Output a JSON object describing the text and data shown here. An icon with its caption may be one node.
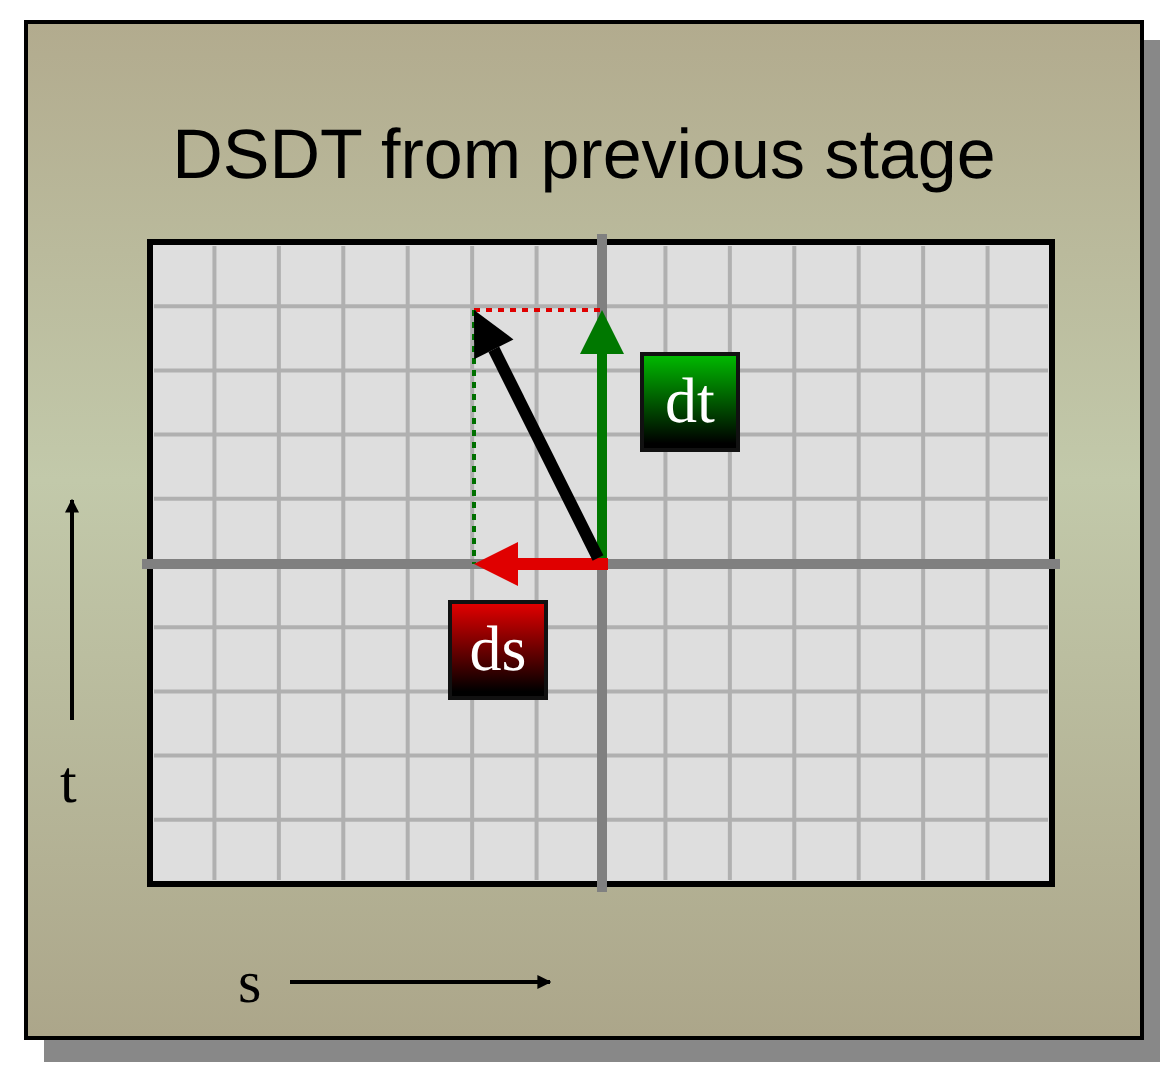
{
  "diagram": {
    "title": "DSDT from previous stage",
    "nodes": [
      {
        "text": [
          "dt"
        ]
      },
      {
        "text": [
          "ds"
        ]
      }
    ],
    "labels": [
      "t",
      "s"
    ]
  }
}
